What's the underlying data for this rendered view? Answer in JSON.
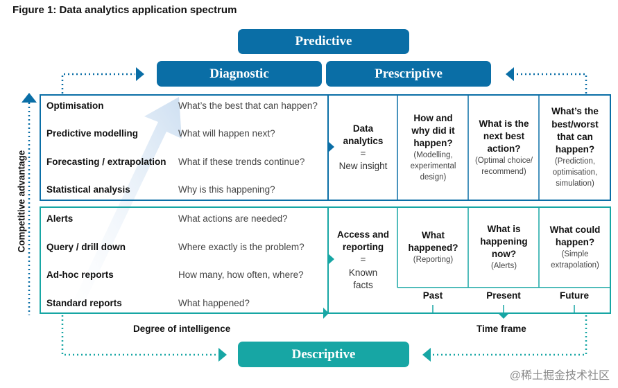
{
  "figure_title": "Figure 1: Data analytics application spectrum",
  "tiers": {
    "predictive": "Predictive",
    "diagnostic": "Diagnostic",
    "prescriptive": "Prescriptive",
    "descriptive": "Descriptive"
  },
  "axes": {
    "vertical": "Competitive advantage",
    "intelligence": "Degree of intelligence",
    "time": "Time frame"
  },
  "upper_rows": [
    {
      "label": "Optimisation",
      "question": "What’s the best that can happen?"
    },
    {
      "label": "Predictive modelling",
      "question": "What will happen next?"
    },
    {
      "label": "Forecasting / extrapolation",
      "question": "What if these trends continue?"
    },
    {
      "label": "Statistical analysis",
      "question": "Why is this happening?"
    }
  ],
  "lower_rows": [
    {
      "label": "Alerts",
      "question": "What actions are needed?"
    },
    {
      "label": "Query / drill down",
      "question": "Where exactly is the problem?"
    },
    {
      "label": "Ad-hoc reports",
      "question": "How many, how often, where?"
    },
    {
      "label": "Standard reports",
      "question": "What happened?"
    }
  ],
  "upper_cells": {
    "analytics": {
      "title": "Data\nanalytics",
      "eq": "=",
      "result": "New insight"
    },
    "c1": {
      "title": "How and\nwhy did it\nhappen?",
      "sub": "(Modelling,\nexperimental\ndesign)"
    },
    "c2": {
      "title": "What is the\nnext best\naction?",
      "sub": "(Optimal choice/\nrecommend)"
    },
    "c3": {
      "title": "What’s the\nbest/worst\nthat can\nhappen?",
      "sub": "(Prediction,\noptimisation,\nsimulation)"
    }
  },
  "lower_cells": {
    "reporting": {
      "title": "Access and\nreporting",
      "eq": "=",
      "result": "Known\nfacts"
    },
    "c1": {
      "title": "What\nhappened?",
      "sub": "(Reporting)"
    },
    "c2": {
      "title": "What is\nhappening\nnow?",
      "sub": "(Alerts)"
    },
    "c3": {
      "title": "What could\nhappen?",
      "sub": "(Simple\nextrapolation)"
    }
  },
  "time_frames": [
    "Past",
    "Present",
    "Future"
  ],
  "watermark": "@稀土掘金技术社区",
  "colors": {
    "blue": "#0a6ea6",
    "teal": "#17a6a4",
    "arrow_light": "#dce8f5"
  }
}
